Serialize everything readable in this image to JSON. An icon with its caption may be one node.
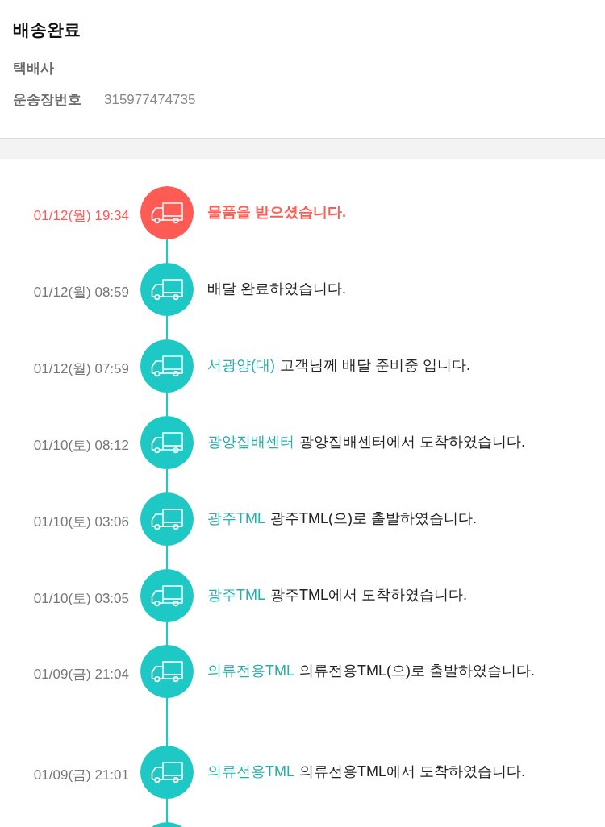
{
  "diagram": {
    "title": "배송완료",
    "nodes": [
      {
        "text": [],
        "shape": "circle",
        "beside": [
          "01/12(월) 19:34",
          "물품을 받으셨습니다."
        ]
      },
      {
        "text": [],
        "shape": "circle",
        "beside": [
          "01/12(월) 08:59",
          "배달 완료하였습니다."
        ]
      },
      {
        "text": [],
        "shape": "circle",
        "beside": [
          "01/12(월) 07:59",
          "서광양(대)",
          "고객님께 배달 준비중 입니다."
        ]
      },
      {
        "text": [],
        "shape": "circle",
        "beside": [
          "01/10(토) 08:12",
          "광양집배센터",
          "광양집배센터에서 도착하였습니다."
        ]
      },
      {
        "text": [],
        "shape": "circle",
        "beside": [
          "01/10(토) 03:06",
          "광주TML",
          "광주TML(으)로 출발하였습니다."
        ]
      },
      {
        "text": [],
        "shape": "circle",
        "beside": [
          "01/10(토) 03:05",
          "광주TML",
          "광주TML에서 도착하였습니다."
        ]
      },
      {
        "text": [],
        "shape": "circle",
        "beside": [
          "01/09(금) 21:04",
          "의류전용TML",
          "의류전용TML(으)로 출발하였습니다."
        ]
      },
      {
        "text": [],
        "shape": "circle",
        "beside": [
          "01/09(금) 21:01",
          "의류전용TML",
          "의류전용TML에서 도착하였습니다."
        ]
      },
      {
        "text": [],
        "shape": "circle"
      }
    ],
    "edges": [
      {
        "from": 0,
        "to": 1,
        "arrow": "none"
      },
      {
        "from": 1,
        "to": 2,
        "arrow": "none"
      },
      {
        "from": 2,
        "to": 3,
        "arrow": "none"
      },
      {
        "from": 3,
        "to": 4,
        "arrow": "none"
      },
      {
        "from": 4,
        "to": 5,
        "arrow": "none"
      },
      {
        "from": 5,
        "to": 6,
        "arrow": "none"
      },
      {
        "from": 6,
        "to": 7,
        "arrow": "none"
      },
      {
        "from": 7,
        "to": 8,
        "arrow": "none"
      }
    ],
    "labels": [
      "택배사",
      "운송장번호",
      "315977474735"
    ]
  }
}
